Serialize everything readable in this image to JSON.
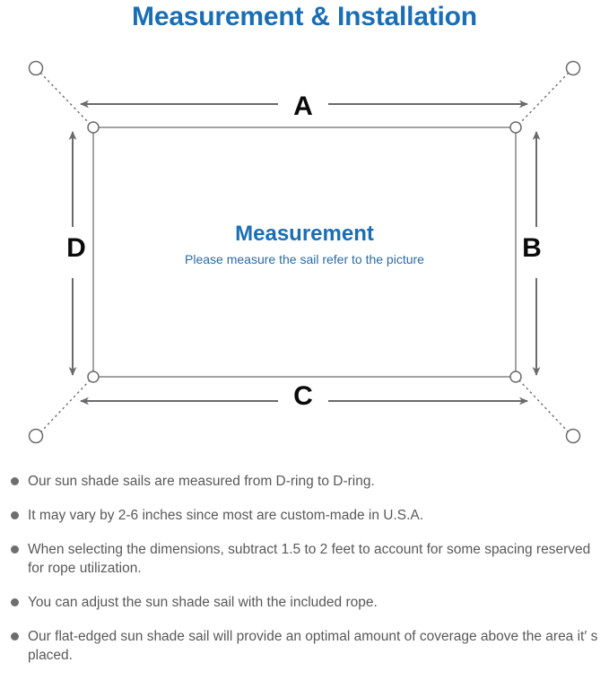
{
  "page": {
    "title": "Measurement & Installation",
    "title_color": "#1a6eb4",
    "background": "#ffffff"
  },
  "diagram": {
    "name": "sun-shade-sail-measurement-diagram",
    "center_title": "Measurement",
    "center_subtitle": "Please measure the sail refer to the picture",
    "center_title_color": "#1a6eb4",
    "center_subtitle_color": "#2b6ca3",
    "line_color": "#6b6b6d",
    "dimension_labels": {
      "top": "A",
      "right": "B",
      "bottom": "C",
      "left": "D"
    },
    "sail": {
      "corner_ring_label": "d-ring",
      "anchor_point_label": "anchor-point",
      "rope_style": "dotted"
    }
  },
  "notes": [
    "Our sun shade sails are measured from D-ring to D-ring.",
    "It may vary by 2-6 inches since most are custom-made in U.S.A.",
    "When selecting the dimensions, subtract 1.5 to 2 feet to account for some spacing reserved for rope utilization.",
    "You can adjust the sun shade sail with the included rope.",
    "Our flat-edged sun shade sail will provide an optimal amount of coverage above the area it′ s placed."
  ]
}
